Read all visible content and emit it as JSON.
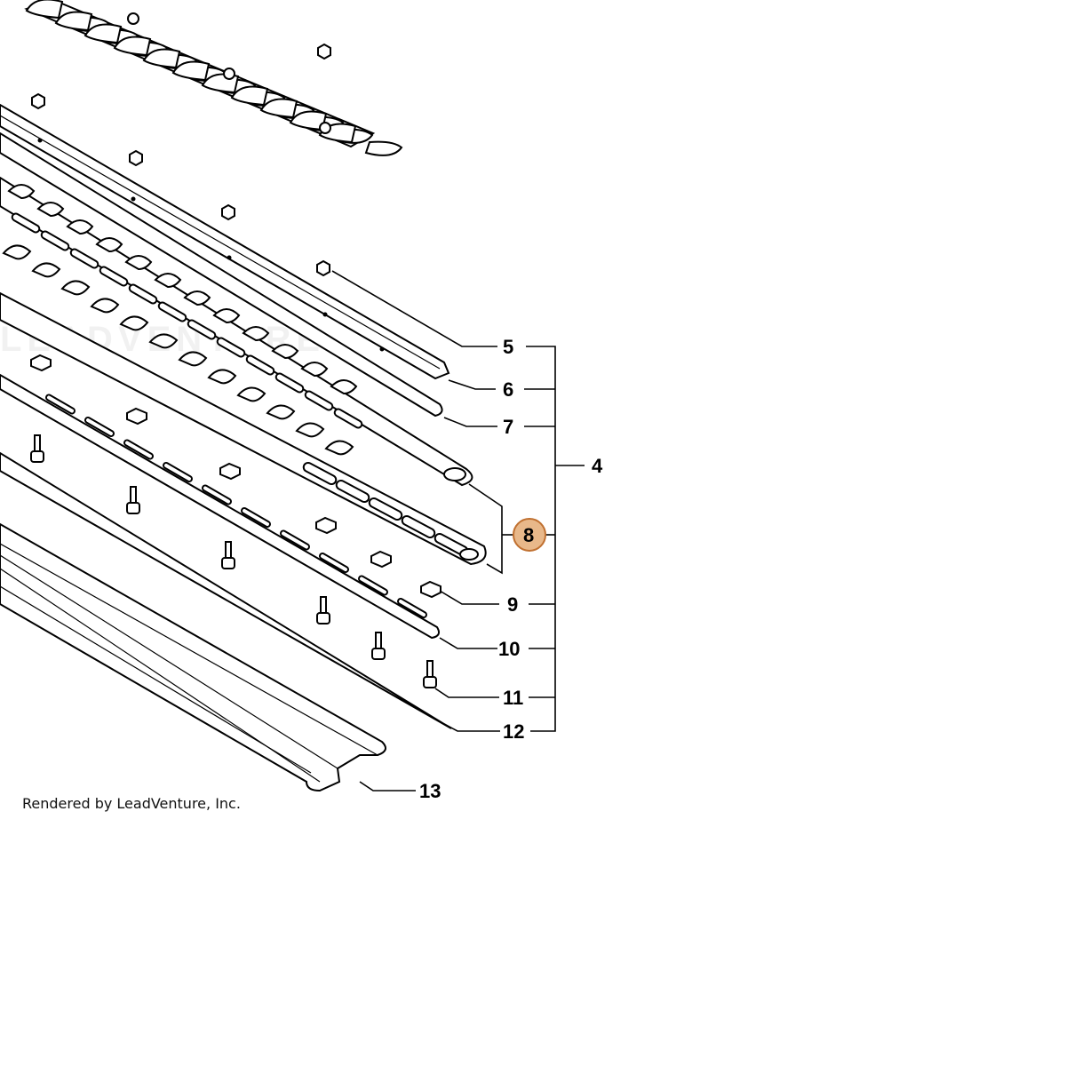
{
  "diagram": {
    "callouts": [
      {
        "id": "5",
        "label": "5"
      },
      {
        "id": "6",
        "label": "6"
      },
      {
        "id": "7",
        "label": "7"
      },
      {
        "id": "4",
        "label": "4"
      },
      {
        "id": "8",
        "label": "8",
        "highlighted": true
      },
      {
        "id": "9",
        "label": "9"
      },
      {
        "id": "10",
        "label": "10"
      },
      {
        "id": "11",
        "label": "11"
      },
      {
        "id": "12",
        "label": "12"
      },
      {
        "id": "13",
        "label": "13"
      }
    ],
    "highlight_color": "#E8B88A",
    "highlight_stroke": "#C07030",
    "credit": "Rendered by LeadVenture, Inc.",
    "watermark": "LEADVENTURE"
  }
}
